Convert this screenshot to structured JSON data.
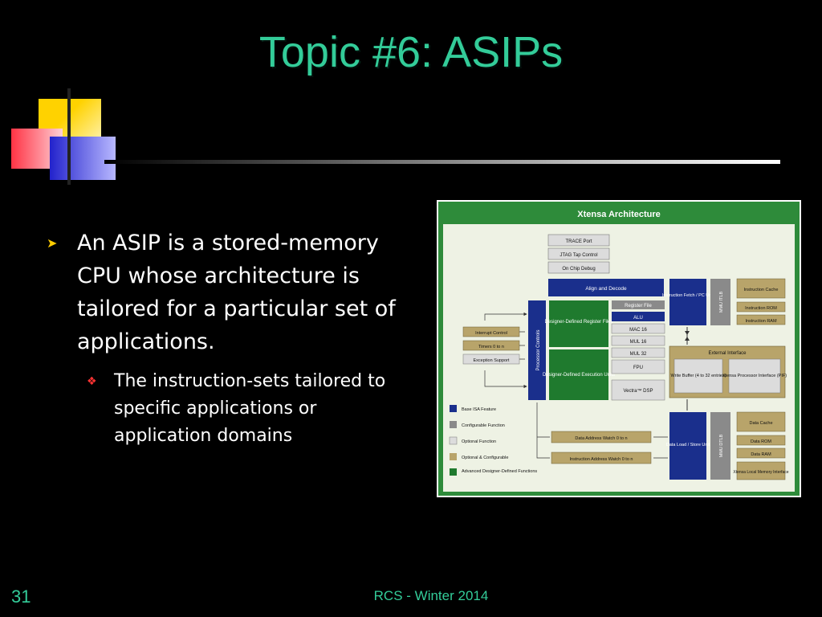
{
  "slide": {
    "title": "Topic #6: ASIPs",
    "bullet_main": "An ASIP is a stored-memory CPU whose architecture is tailored for a particular set of applications.",
    "bullet_sub": "The instruction-sets tailored to specific applications or application domains",
    "page_number": "31",
    "footer": "RCS - Winter 2014"
  },
  "diagram": {
    "title": "Xtensa Architecture",
    "top_stack": [
      "TRACE Port",
      "JTAG Tap Control",
      "On Chip Debug"
    ],
    "align_decode": "Align and Decode",
    "processor_controls": "Processor Controls",
    "designer_register_files": "Designer-Defined Register Files",
    "designer_execution_units": "Designer-Defined Execution Units",
    "register_file": "Register File",
    "alu": "ALU",
    "mac16": "MAC 16",
    "mul16": "MUL 16",
    "mul32": "MUL 32",
    "fpu": "FPU",
    "vectra": "Vectra™ DSP",
    "left_boxes": [
      "Interrupt Control",
      "Timers 0 to n",
      "Exception Support"
    ],
    "fetch_unit": "Instruction Fetch / PC Unit",
    "mmu_itlb": "MMU ITLB",
    "instr_cache": "Instruction Cache",
    "instr_rom": "Instruction ROM",
    "instr_ram": "Instruction RAM",
    "external_interface": "External Interface",
    "write_buffer": "Write Buffer (4 to 32 entries)",
    "pif": "Xtensa Processor Interface (PIF)",
    "data_addr_watch": "Data Address Watch 0 to n",
    "instr_addr_watch": "Instruction Address Watch 0 to n",
    "load_store": "Data Load / Store Unit",
    "mmu_dtlb": "MMU DTLB",
    "data_cache": "Data Cache",
    "data_rom": "Data ROM",
    "data_ram": "Data RAM",
    "local_mem": "Xtensa Local Memory Interface",
    "legend": [
      {
        "label": "Base ISA Feature",
        "color": "#1a2f8c"
      },
      {
        "label": "Configurable Function",
        "color": "#8a8a8a"
      },
      {
        "label": "Optional Function",
        "color": "#dcdcdc"
      },
      {
        "label": "Optional & Configurable",
        "color": "#b8a46a"
      },
      {
        "label": "Advanced Designer-Defined Functions",
        "color": "#1f7a2e"
      }
    ]
  }
}
